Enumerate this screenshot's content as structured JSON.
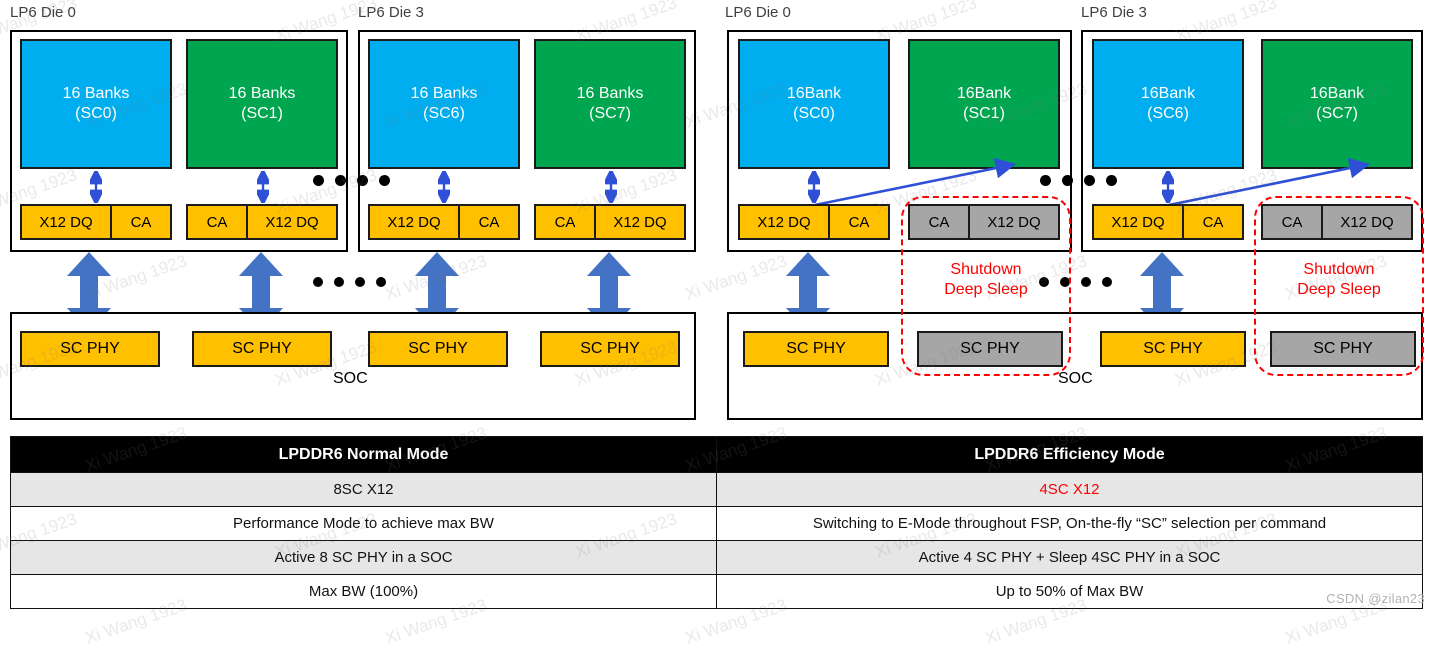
{
  "panels": [
    {
      "id": "normal-mode",
      "dies": [
        {
          "label": "LP6 Die 0",
          "banks": [
            {
              "color": "blue",
              "line1": "16 Banks",
              "line2": "(SC0)"
            },
            {
              "color": "green",
              "line1": "16 Banks",
              "line2": "(SC1)"
            }
          ],
          "pad_groups": [
            {
              "pads": [
                "X12 DQ",
                "CA"
              ],
              "state": "active"
            },
            {
              "pads": [
                "CA",
                "X12 DQ"
              ],
              "state": "active"
            }
          ]
        },
        {
          "label": "LP6 Die 3",
          "banks": [
            {
              "color": "blue",
              "line1": "16 Banks",
              "line2": "(SC6)"
            },
            {
              "color": "green",
              "line1": "16 Banks",
              "line2": "(SC7)"
            }
          ],
          "pad_groups": [
            {
              "pads": [
                "X12 DQ",
                "CA"
              ],
              "state": "active"
            },
            {
              "pads": [
                "CA",
                "X12 DQ"
              ],
              "state": "active"
            }
          ]
        }
      ],
      "soc_label": "SOC",
      "phys": [
        {
          "label": "SC PHY",
          "state": "active"
        },
        {
          "label": "SC PHY",
          "state": "active"
        },
        {
          "label": "SC PHY",
          "state": "active"
        },
        {
          "label": "SC PHY",
          "state": "active"
        }
      ],
      "shutdown_notes": []
    },
    {
      "id": "efficiency-mode",
      "dies": [
        {
          "label": "LP6 Die 0",
          "banks": [
            {
              "color": "blue",
              "line1": "16Bank",
              "line2": "(SC0)"
            },
            {
              "color": "green",
              "line1": "16Bank",
              "line2": "(SC1)"
            }
          ],
          "pad_groups": [
            {
              "pads": [
                "X12 DQ",
                "CA"
              ],
              "state": "active"
            },
            {
              "pads": [
                "CA",
                "X12 DQ"
              ],
              "state": "sleep"
            }
          ]
        },
        {
          "label": "LP6 Die 3",
          "banks": [
            {
              "color": "blue",
              "line1": "16Bank",
              "line2": "(SC6)"
            },
            {
              "color": "green",
              "line1": "16Bank",
              "line2": "(SC7)"
            }
          ],
          "pad_groups": [
            {
              "pads": [
                "X12 DQ",
                "CA"
              ],
              "state": "active"
            },
            {
              "pads": [
                "CA",
                "X12 DQ"
              ],
              "state": "sleep"
            }
          ]
        }
      ],
      "soc_label": "SOC",
      "phys": [
        {
          "label": "SC PHY",
          "state": "active"
        },
        {
          "label": "SC PHY",
          "state": "sleep"
        },
        {
          "label": "SC PHY",
          "state": "active"
        },
        {
          "label": "SC PHY",
          "state": "sleep"
        }
      ],
      "shutdown_notes": [
        {
          "line1": "Shutdown",
          "line2": "Deep Sleep"
        },
        {
          "line1": "Shutdown",
          "line2": "Deep Sleep"
        }
      ]
    }
  ],
  "table": {
    "headers": [
      "LPDDR6 Normal Mode",
      "LPDDR6 Efficiency Mode"
    ],
    "rows": [
      {
        "left": "8SC X12",
        "right": "4SC X12",
        "right_color": "#FF0000",
        "shaded": true
      },
      {
        "left": "Performance Mode to achieve max BW",
        "right": "Switching to E-Mode throughout FSP, On-the-fly “SC” selection per command",
        "shaded": false
      },
      {
        "left": "Active 8 SC PHY in a SOC",
        "right": "Active 4 SC PHY + Sleep 4SC PHY in a SOC",
        "shaded": true
      },
      {
        "left": "Max BW (100%)",
        "right": "Up to 50% of Max BW",
        "shaded": false
      }
    ]
  },
  "watermarks": {
    "text": "Xi Wang 1923",
    "credit": "CSDN @zilan23"
  },
  "colors": {
    "bank_blue": "#00AEEF",
    "bank_green": "#00A550",
    "pad_amber": "#FFC000",
    "sleep_grey": "#A6A6A6",
    "arrow_blue": "#4472C4",
    "thin_arrow_blue": "#2E4FD6",
    "alert_red": "#FF0000",
    "header_black": "#000000",
    "row_shade": "#E6E6E6"
  }
}
